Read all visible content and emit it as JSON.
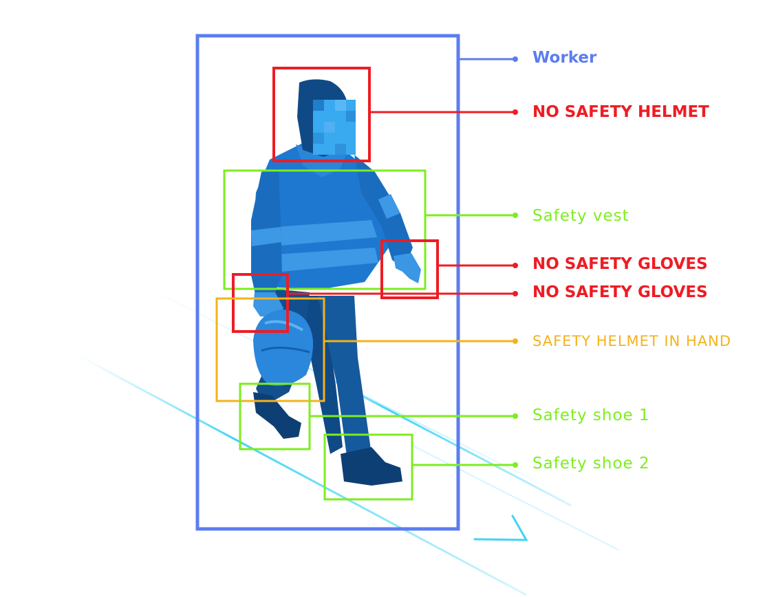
{
  "colors": {
    "worker": "#5b7df0",
    "violation": "#ee1c24",
    "compliant": "#7ded1f",
    "warning": "#f4b21c"
  },
  "labels": {
    "worker": "Worker",
    "no_helmet": "NO SAFETY HELMET",
    "vest": "Safety vest",
    "no_gloves_1": "NO SAFETY GLOVES",
    "no_gloves_2": "NO SAFETY GLOVES",
    "helmet_in_hand": "SAFETY HELMET IN HAND",
    "shoe_1": "Safety shoe 1",
    "shoe_2": "Safety shoe 2"
  }
}
